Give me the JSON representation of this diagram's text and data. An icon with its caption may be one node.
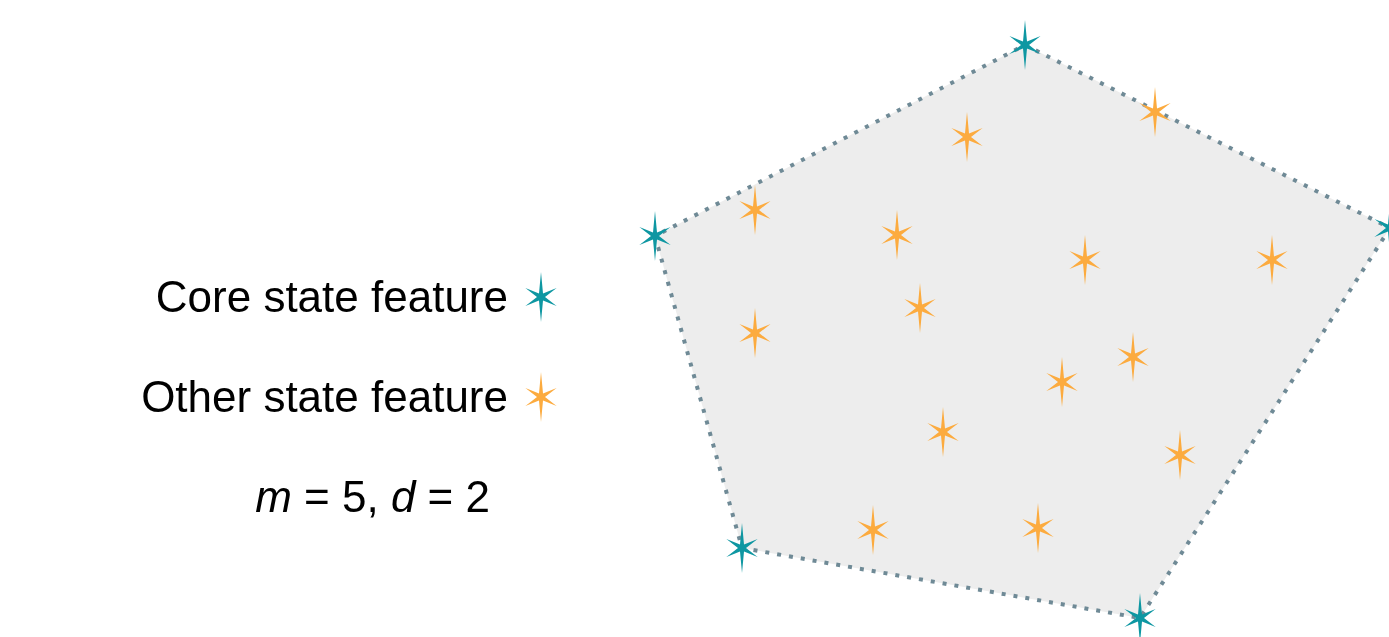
{
  "diagram": {
    "labels": [
      "*m* = 5, *d* = 2"
    ],
    "legend": [
      {
        "text": "Core state feature"
      },
      {
        "text": "Other state feature"
      }
    ]
  }
}
